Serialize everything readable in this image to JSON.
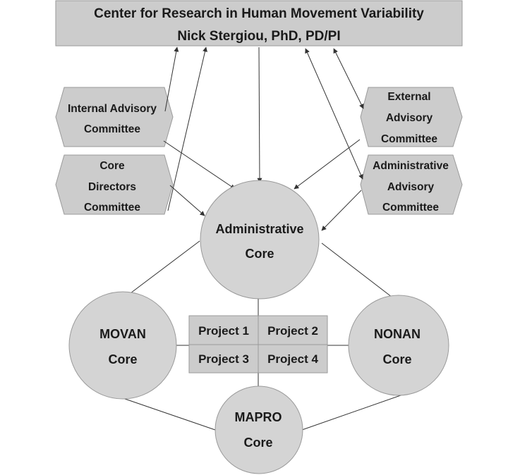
{
  "center": {
    "title": "Center for Research in Human Movement Variability",
    "subtitle": "Nick Stergiou, PhD, PD/PI"
  },
  "committees": {
    "internal_advisory": [
      "Internal Advisory",
      "Committee"
    ],
    "core_directors": [
      "Core",
      "Directors",
      "Committee"
    ],
    "external_advisory": [
      "External",
      "Advisory",
      "Committee"
    ],
    "administrative_advisory": [
      "Administrative",
      "Advisory",
      "Committee"
    ]
  },
  "cores": {
    "administrative": [
      "Administrative",
      "Core"
    ],
    "movan": [
      "MOVAN",
      "Core"
    ],
    "nonan": [
      "NONAN",
      "Core"
    ],
    "mapro": [
      "MAPRO",
      "Core"
    ]
  },
  "projects": [
    "Project 1",
    "Project 2",
    "Project 3",
    "Project 4"
  ],
  "colors": {
    "box_fill": "#cccccc",
    "box_stroke": "#9a9a9a",
    "circle_fill": "#d4d4d4",
    "line": "#333333",
    "text": "#1a1a1a"
  }
}
